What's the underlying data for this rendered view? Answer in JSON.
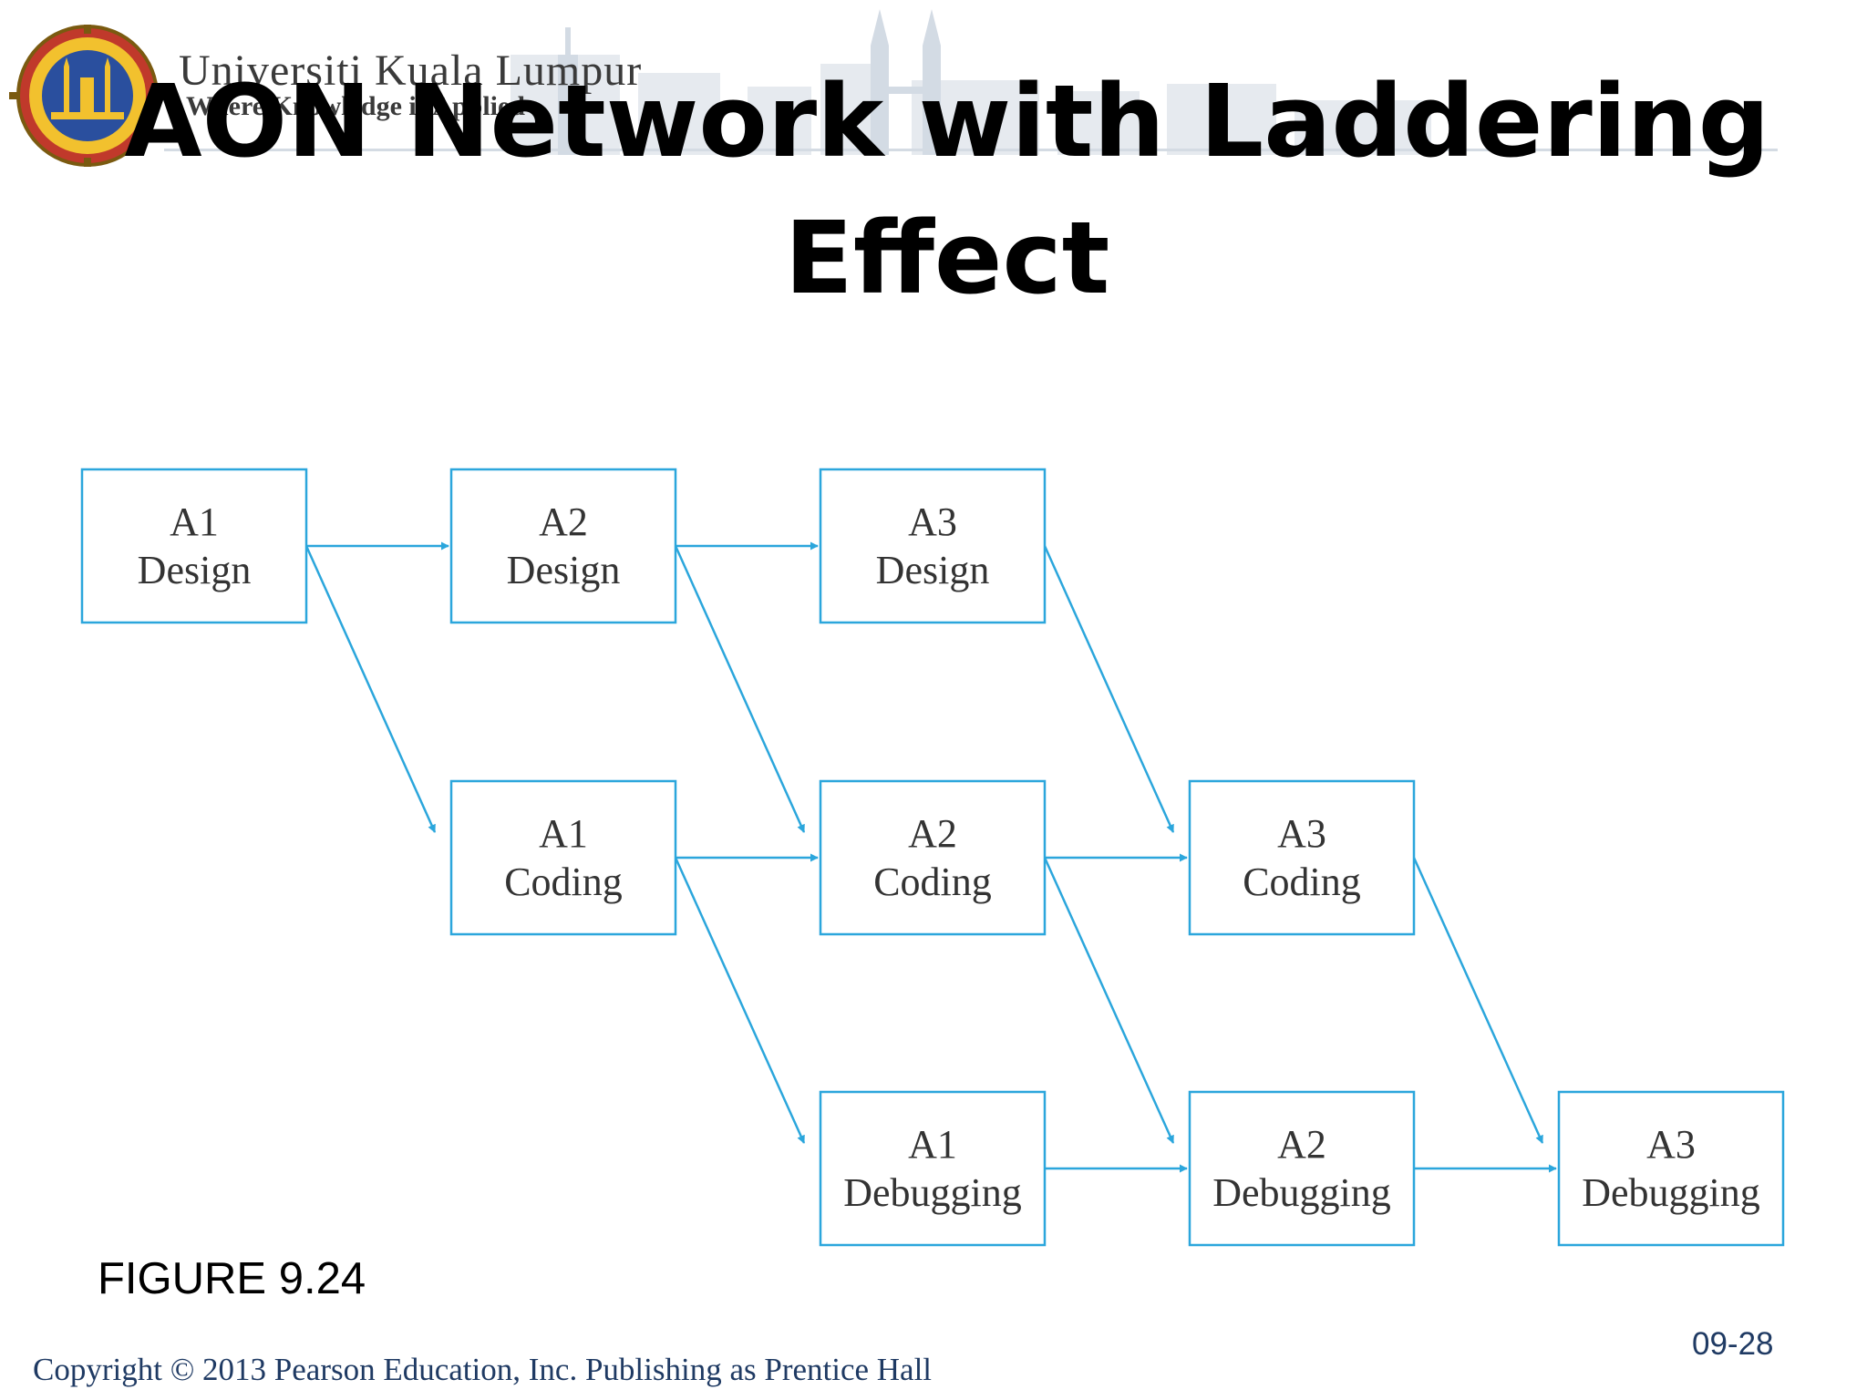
{
  "header": {
    "university_name": "Universiti Kuala Lumpur",
    "tagline": "Where Knowledge is Applied"
  },
  "title": {
    "line1": "AON Network with Laddering",
    "line2": "Effect"
  },
  "diagram": {
    "nodes": [
      {
        "id": "a1-design",
        "line1": "A1",
        "line2": "Design"
      },
      {
        "id": "a2-design",
        "line1": "A2",
        "line2": "Design"
      },
      {
        "id": "a3-design",
        "line1": "A3",
        "line2": "Design"
      },
      {
        "id": "a1-coding",
        "line1": "A1",
        "line2": "Coding"
      },
      {
        "id": "a2-coding",
        "line1": "A2",
        "line2": "Coding"
      },
      {
        "id": "a3-coding",
        "line1": "A3",
        "line2": "Coding"
      },
      {
        "id": "a1-debugging",
        "line1": "A1",
        "line2": "Debugging"
      },
      {
        "id": "a2-debugging",
        "line1": "A2",
        "line2": "Debugging"
      },
      {
        "id": "a3-debugging",
        "line1": "A3",
        "line2": "Debugging"
      }
    ],
    "edges": [
      {
        "from": "a1-design",
        "to": "a2-design"
      },
      {
        "from": "a2-design",
        "to": "a3-design"
      },
      {
        "from": "a1-design",
        "to": "a1-coding"
      },
      {
        "from": "a2-design",
        "to": "a2-coding"
      },
      {
        "from": "a3-design",
        "to": "a3-coding"
      },
      {
        "from": "a1-coding",
        "to": "a2-coding"
      },
      {
        "from": "a2-coding",
        "to": "a3-coding"
      },
      {
        "from": "a1-coding",
        "to": "a1-debugging"
      },
      {
        "from": "a2-coding",
        "to": "a2-debugging"
      },
      {
        "from": "a3-coding",
        "to": "a3-debugging"
      },
      {
        "from": "a1-debugging",
        "to": "a2-debugging"
      },
      {
        "from": "a2-debugging",
        "to": "a3-debugging"
      }
    ]
  },
  "figure_label": "FIGURE 9.24",
  "slide_number": "09-28",
  "copyright": "Copyright © 2013 Pearson Education, Inc. Publishing as Prentice Hall",
  "colors": {
    "node_border": "#2ba6dc",
    "edge": "#2ba6dc",
    "footer_text": "#1f3a63"
  }
}
